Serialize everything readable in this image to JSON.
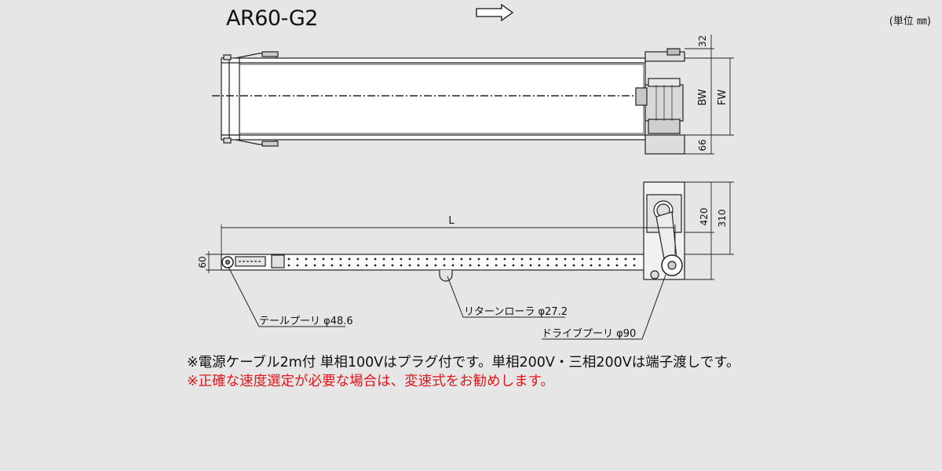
{
  "title": "AR60-G2",
  "unit_label": "(単位 ㎜)",
  "top_view": {
    "dims": {
      "d32": "32",
      "bw": "BW",
      "fw": "FW",
      "d66": "66"
    }
  },
  "side_view": {
    "dims": {
      "length": "L",
      "d60": "60",
      "d420": "420",
      "d310": "310"
    },
    "callouts": {
      "tail_pulley": "テールプーリ φ48.6",
      "return_roller": "リターンローラ φ27.2",
      "drive_pulley": "ドライブプーリ φ90"
    }
  },
  "notes": {
    "line1": "※電源ケーブル2m付 単相100Vはプラグ付です。単相200V・三相200Vは端子渡しです。",
    "line2": "※正確な速度選定が必要な場合は、変速式をお勧めします。"
  }
}
